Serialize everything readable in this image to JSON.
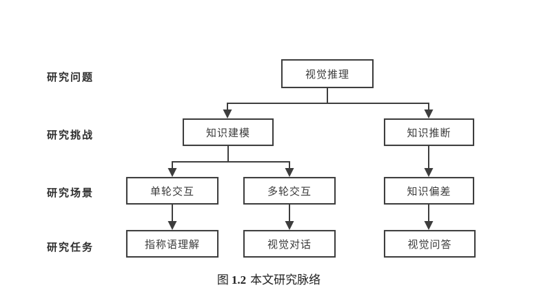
{
  "figure": {
    "row_labels": [
      {
        "id": "research-question",
        "label": "研究问题"
      },
      {
        "id": "research-challenge",
        "label": "研究挑战"
      },
      {
        "id": "research-scenario",
        "label": "研究场景"
      },
      {
        "id": "research-task",
        "label": "研究任务"
      }
    ],
    "nodes": [
      {
        "id": "visual-reasoning",
        "label": "视觉推理",
        "row": "研究问题"
      },
      {
        "id": "knowledge-modeling",
        "label": "知识建模",
        "row": "研究挑战"
      },
      {
        "id": "knowledge-inference",
        "label": "知识推断",
        "row": "研究挑战"
      },
      {
        "id": "single-turn-interaction",
        "label": "单轮交互",
        "row": "研究场景"
      },
      {
        "id": "multi-turn-interaction",
        "label": "多轮交互",
        "row": "研究场景"
      },
      {
        "id": "knowledge-bias",
        "label": "知识偏差",
        "row": "研究场景"
      },
      {
        "id": "referring-expression-comprehension",
        "label": "指称语理解",
        "row": "研究任务"
      },
      {
        "id": "visual-dialogue",
        "label": "视觉对话",
        "row": "研究任务"
      },
      {
        "id": "visual-question-answering",
        "label": "视觉问答",
        "row": "研究任务"
      }
    ],
    "edges": [
      {
        "from": "视觉推理",
        "to": "知识建模"
      },
      {
        "from": "视觉推理",
        "to": "知识推断"
      },
      {
        "from": "知识建模",
        "to": "单轮交互"
      },
      {
        "from": "知识建模",
        "to": "多轮交互"
      },
      {
        "from": "知识推断",
        "to": "知识偏差"
      },
      {
        "from": "单轮交互",
        "to": "指称语理解"
      },
      {
        "from": "多轮交互",
        "to": "视觉对话"
      },
      {
        "from": "知识偏差",
        "to": "视觉问答"
      }
    ],
    "caption": {
      "prefix": "图",
      "number": "1.2",
      "title": "本文研究脉络"
    }
  },
  "colors": {
    "line": "#3d3d3d",
    "box_border": "#3d3d3d",
    "box_text": "#3a3a3a",
    "label_text": "#2e2e2e",
    "caption_text": "#1f1f1f",
    "background": "#ffffff"
  }
}
